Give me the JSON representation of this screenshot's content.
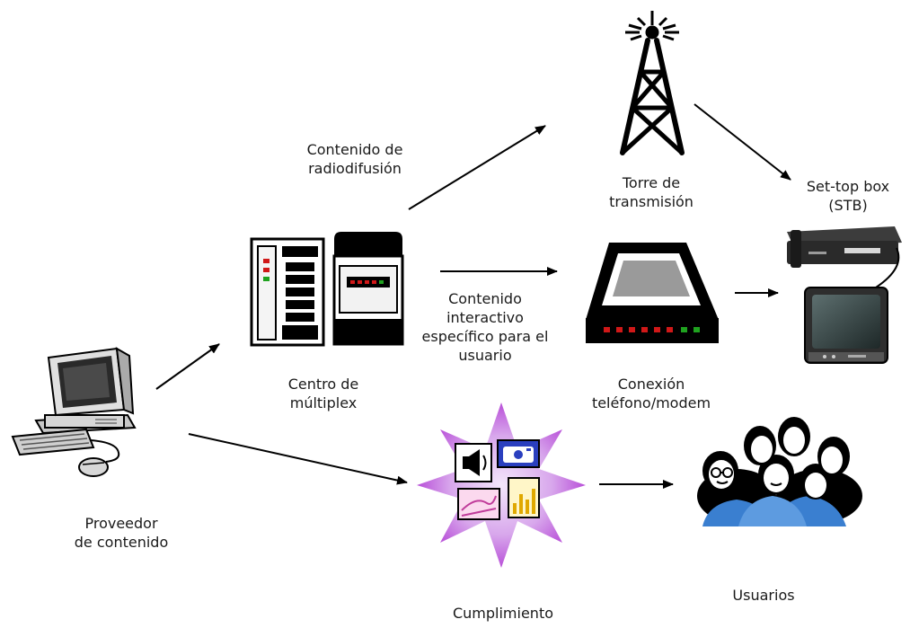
{
  "labels": {
    "broadcast_content": [
      "Contenido de",
      "radiodifusión"
    ],
    "tower": [
      "Torre de",
      "transmisión"
    ],
    "stb": [
      "Set-top box",
      "(STB)"
    ],
    "interactive_content": [
      "Contenido",
      "interactivo",
      "específico para el",
      "usuario"
    ],
    "multiplex": [
      "Centro de",
      "múltiplex"
    ],
    "modem": [
      "Conexión",
      "teléfono/modem"
    ],
    "provider": [
      "Proveedor",
      "de contenido"
    ],
    "fulfillment": "Cumplimiento",
    "users": "Usuarios"
  },
  "icons": {
    "provider": "desktop-computer-icon",
    "multiplex": "server-rack-icon",
    "tower": "transmission-tower-icon",
    "modem": "modem-icon",
    "stb": "set-top-box-tv-icon",
    "fulfillment": "multimedia-star-icon",
    "users": "user-group-icon"
  },
  "colors": {
    "line": "#000000",
    "fulfillment_star": "#b84fd8",
    "modem_lights": "#d01818",
    "modem_lights_green": "#1fa21f"
  }
}
